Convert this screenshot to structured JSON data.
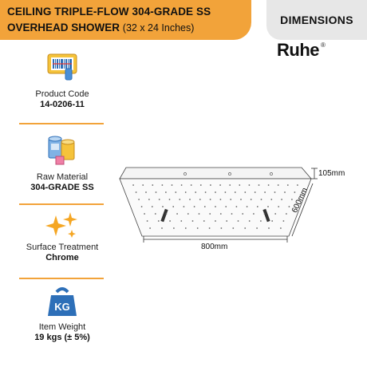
{
  "header": {
    "title_line1": "CEILING TRIPLE-FLOW 304-GRADE SS",
    "title_line2": "OVERHEAD SHOWER",
    "title_size": "(32 x 24 Inches)",
    "dimensions_label": "DIMENSIONS",
    "brand": "Ruhe",
    "brand_mark": "®"
  },
  "features": [
    {
      "icon": "barcode-scanner-icon",
      "label": "Product Code",
      "value": "14-0206-11"
    },
    {
      "icon": "material-drums-icon",
      "label": "Raw Material",
      "value": "304-GRADE SS"
    },
    {
      "icon": "sparkles-icon",
      "label": "Surface Treatment",
      "value": "Chrome"
    },
    {
      "icon": "kettlebell-weight-icon",
      "label": "Item Weight",
      "value": "19 kgs (± 5%)",
      "badge": "KG"
    }
  ],
  "dimensions": {
    "height": "105mm",
    "depth": "600mm",
    "width": "800mm"
  },
  "colors": {
    "accent": "#f2a33a",
    "panel_gray": "#e7e7e7",
    "icon_blue": "#2d6fb8",
    "icon_yellow": "#f5c33b"
  }
}
